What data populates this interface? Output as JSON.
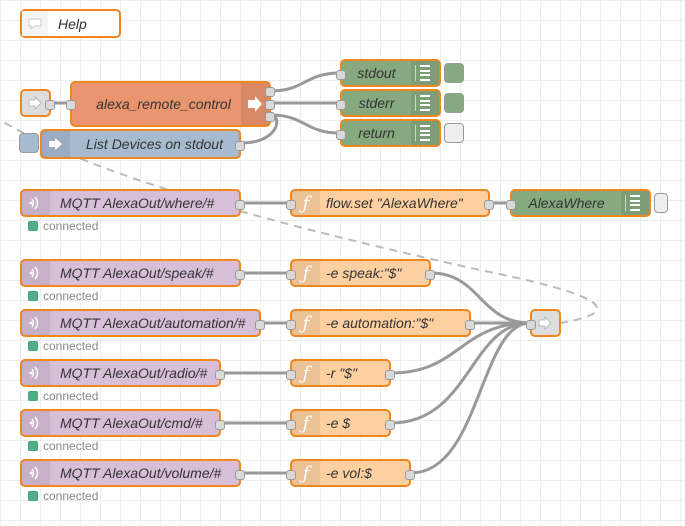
{
  "comment": {
    "label": "Help"
  },
  "exec": {
    "label": "alexa_remote_control",
    "outputs": [
      "stdout",
      "stderr",
      "return"
    ]
  },
  "inject": {
    "label": "List Devices on stdout"
  },
  "where_flow": {
    "mqtt_label": "MQTT AlexaOut/where/#",
    "status": "connected",
    "func_label": "flow.set \"AlexaWhere\"",
    "debug_label": "AlexaWhere"
  },
  "mqtt_rows": [
    {
      "mqtt_label": "MQTT AlexaOut/speak/#",
      "status": "connected",
      "func_label": "-e speak:\"$\""
    },
    {
      "mqtt_label": "MQTT AlexaOut/automation/#",
      "status": "connected",
      "func_label": "-e automation:\"$\""
    },
    {
      "mqtt_label": "MQTT AlexaOut/radio/#",
      "status": "connected",
      "func_label": "-r \"$\""
    },
    {
      "mqtt_label": "MQTT AlexaOut/cmd/#",
      "status": "connected",
      "func_label": "-e $"
    },
    {
      "mqtt_label": "MQTT AlexaOut/volume/#",
      "status": "connected",
      "func_label": "-e vol:$"
    }
  ],
  "colors": {
    "exec": "#e9956f",
    "inject": "#a6bbcf",
    "mqtt": "#d8bfd8",
    "function": "#fdd0a2",
    "debug": "#87a980",
    "selected_border": "#f0861e",
    "status_connected": "#55aa88"
  },
  "icons": {
    "comment": "comment-icon",
    "link": "link-icon",
    "exec": "arrow-right-icon",
    "inject": "inject-arrow-icon",
    "mqtt": "mqtt-wave-icon",
    "function": "function-f-icon",
    "debug": "debug-list-icon"
  }
}
